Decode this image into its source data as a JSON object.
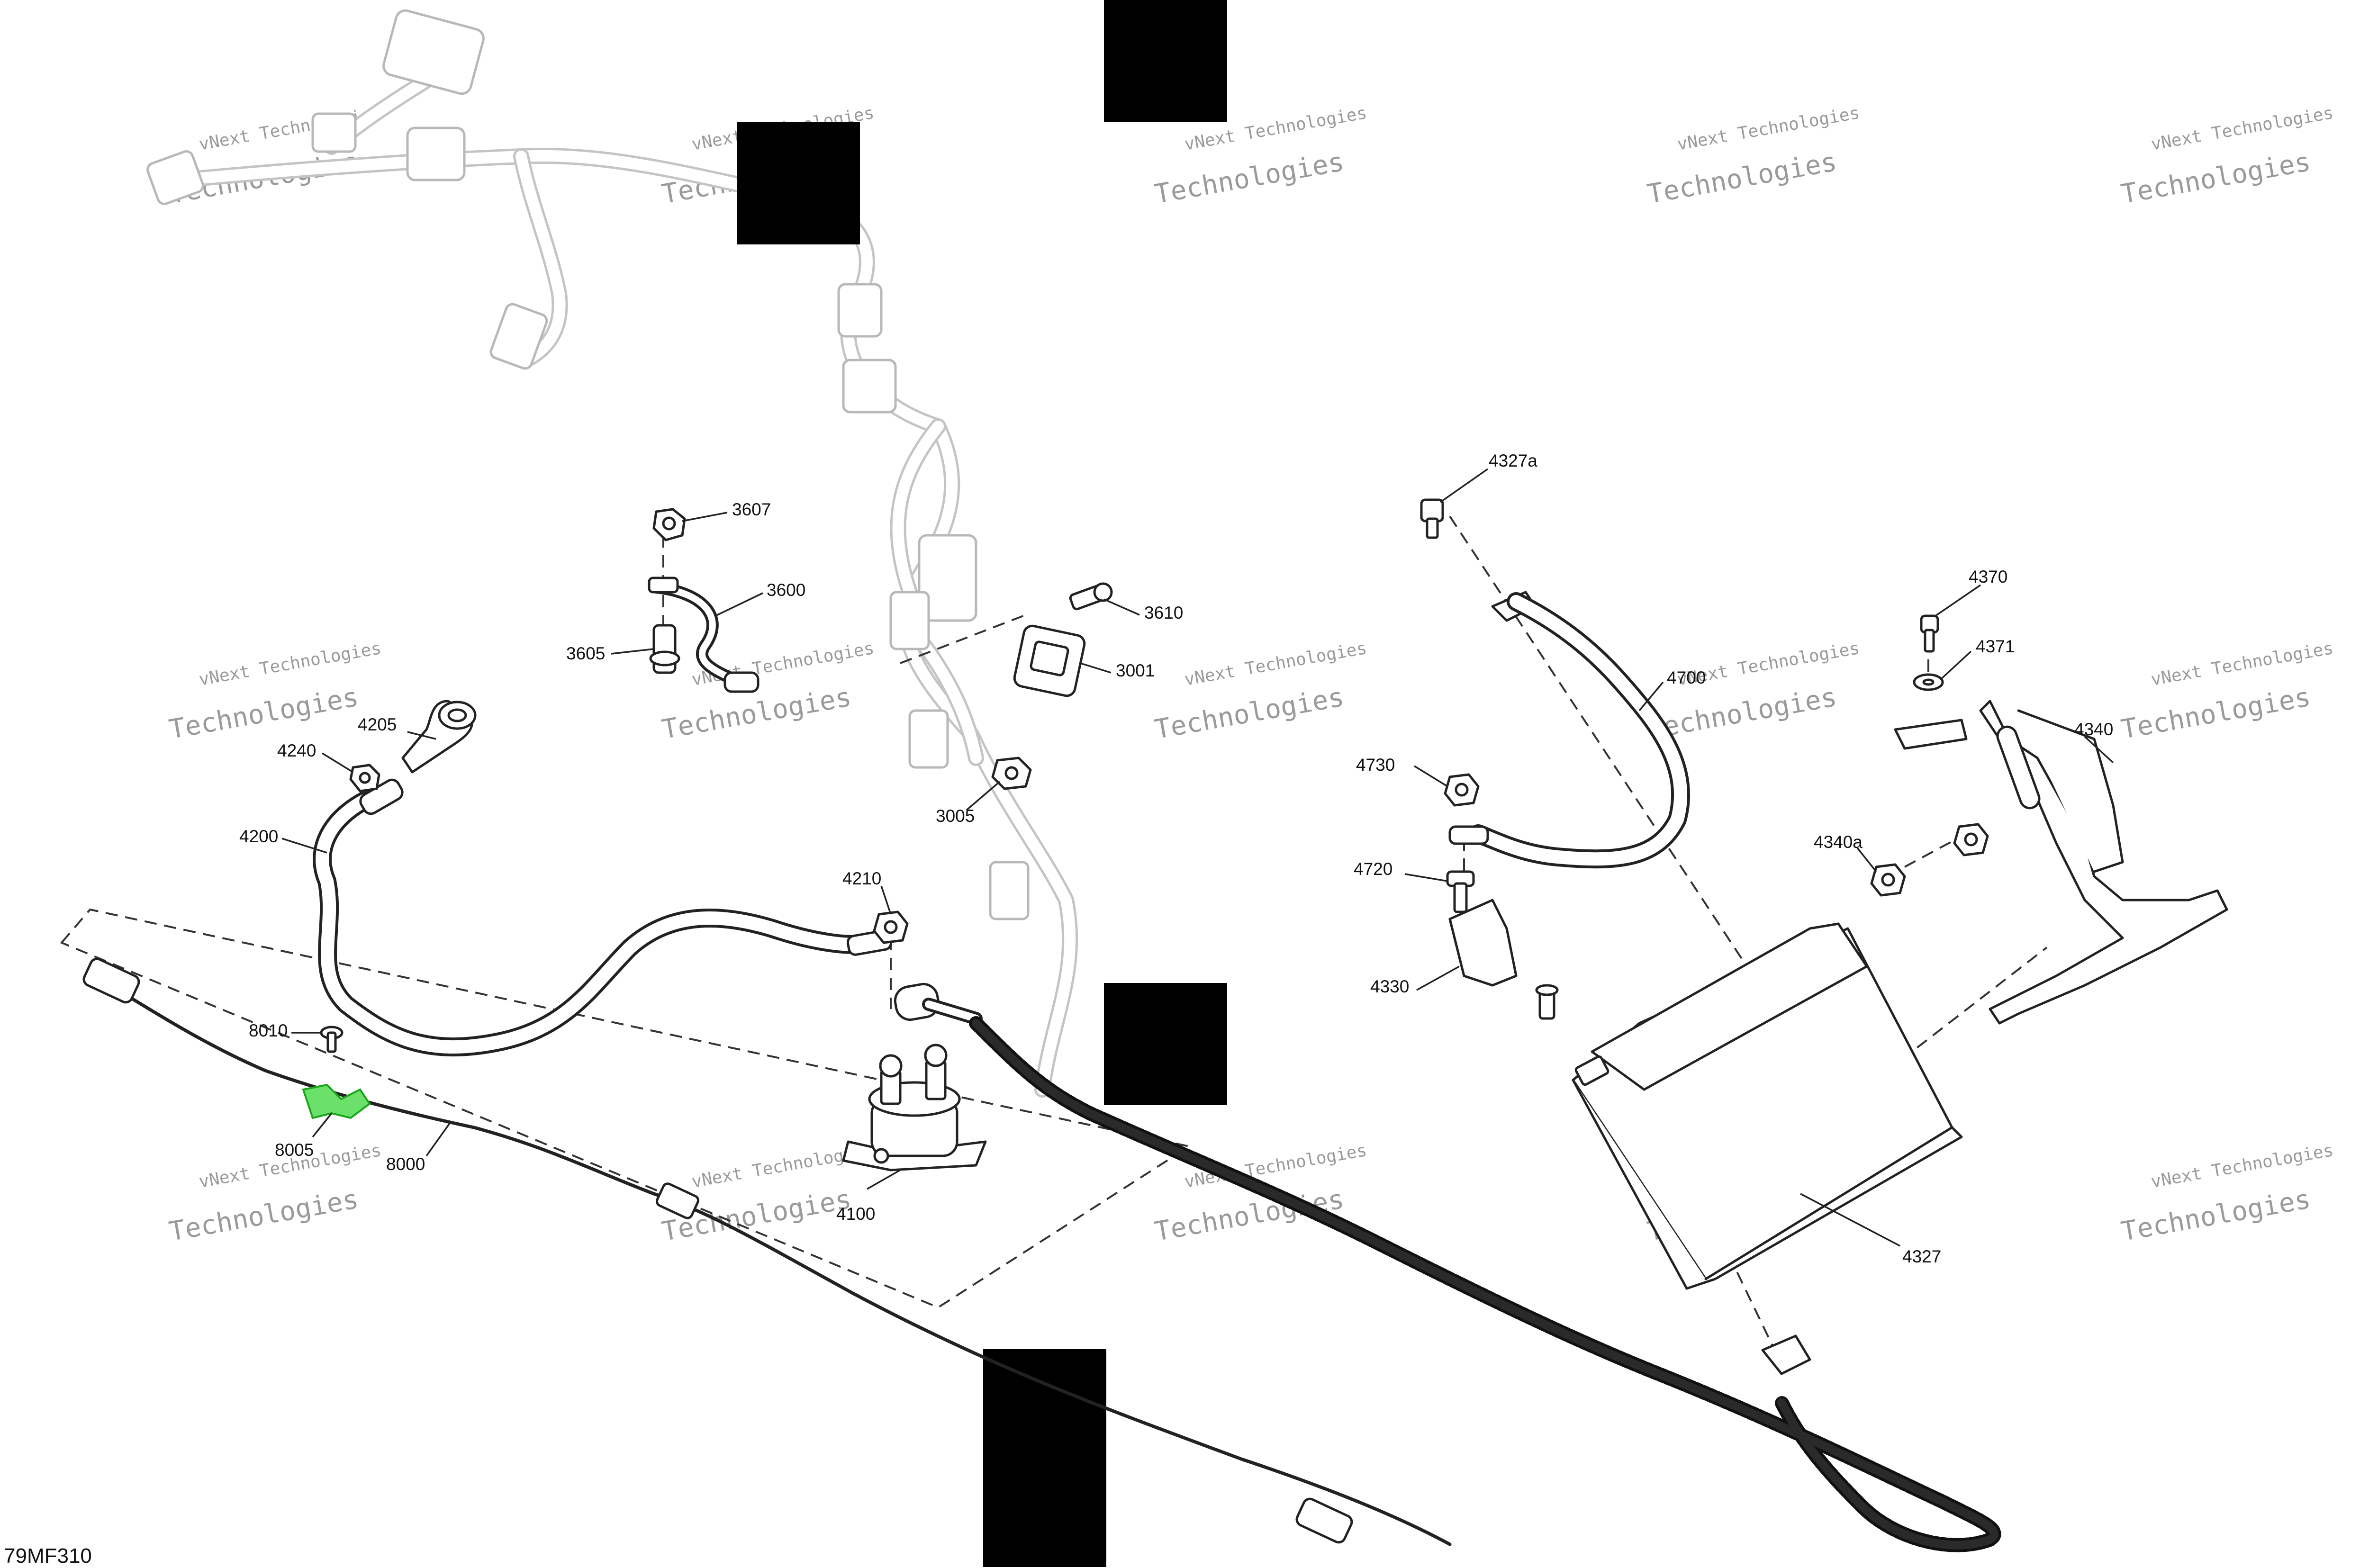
{
  "watermark": {
    "line1": "vNext Technologies",
    "line2": "Technologies",
    "color": "#9a9a9a"
  },
  "figure_code": "79MF310",
  "callouts": {
    "p3607": "3607",
    "p3600": "3600",
    "p3605": "3605",
    "p3610": "3610",
    "p3001": "3001",
    "p3005": "3005",
    "p4205": "4205",
    "p4240": "4240",
    "p4200": "4200",
    "p4210": "4210",
    "p8010": "8010",
    "p8005": "8005",
    "p8000": "8000",
    "p4100": "4100",
    "p4327a": "4327a",
    "p4700": "4700",
    "p4730": "4730",
    "p4720": "4720",
    "p4330": "4330",
    "p4327": "4327",
    "p4370": "4370",
    "p4371": "4371",
    "p4340": "4340",
    "p4340a": "4340a"
  },
  "colors": {
    "line": "#222222",
    "ghost": "#b8b8b8",
    "highlight": "#6be06b",
    "redaction": "#000000"
  }
}
